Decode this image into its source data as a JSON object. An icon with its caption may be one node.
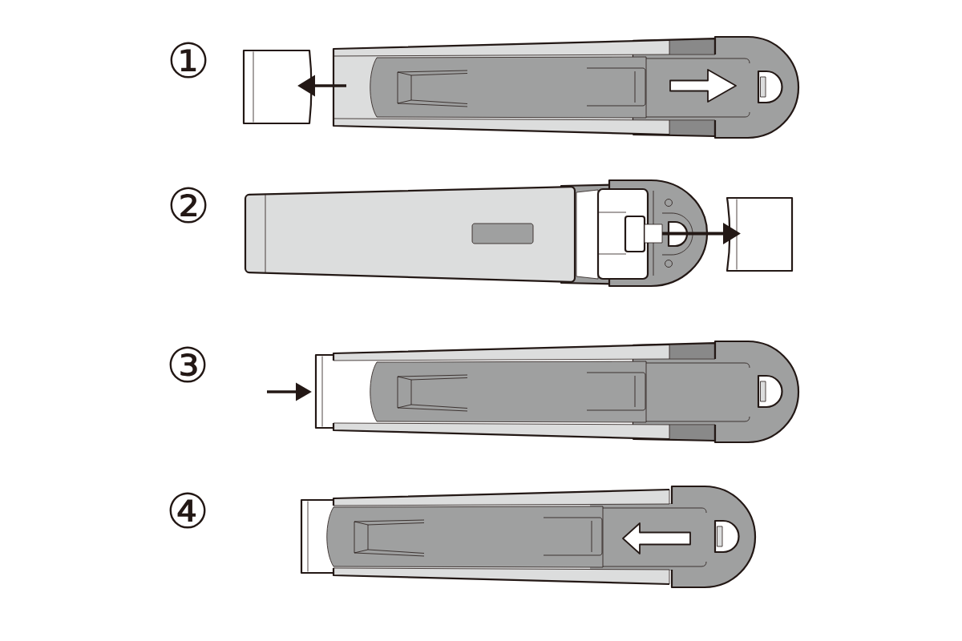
{
  "diagram": {
    "labels": [
      "①",
      "②",
      "③",
      "④"
    ]
  }
}
